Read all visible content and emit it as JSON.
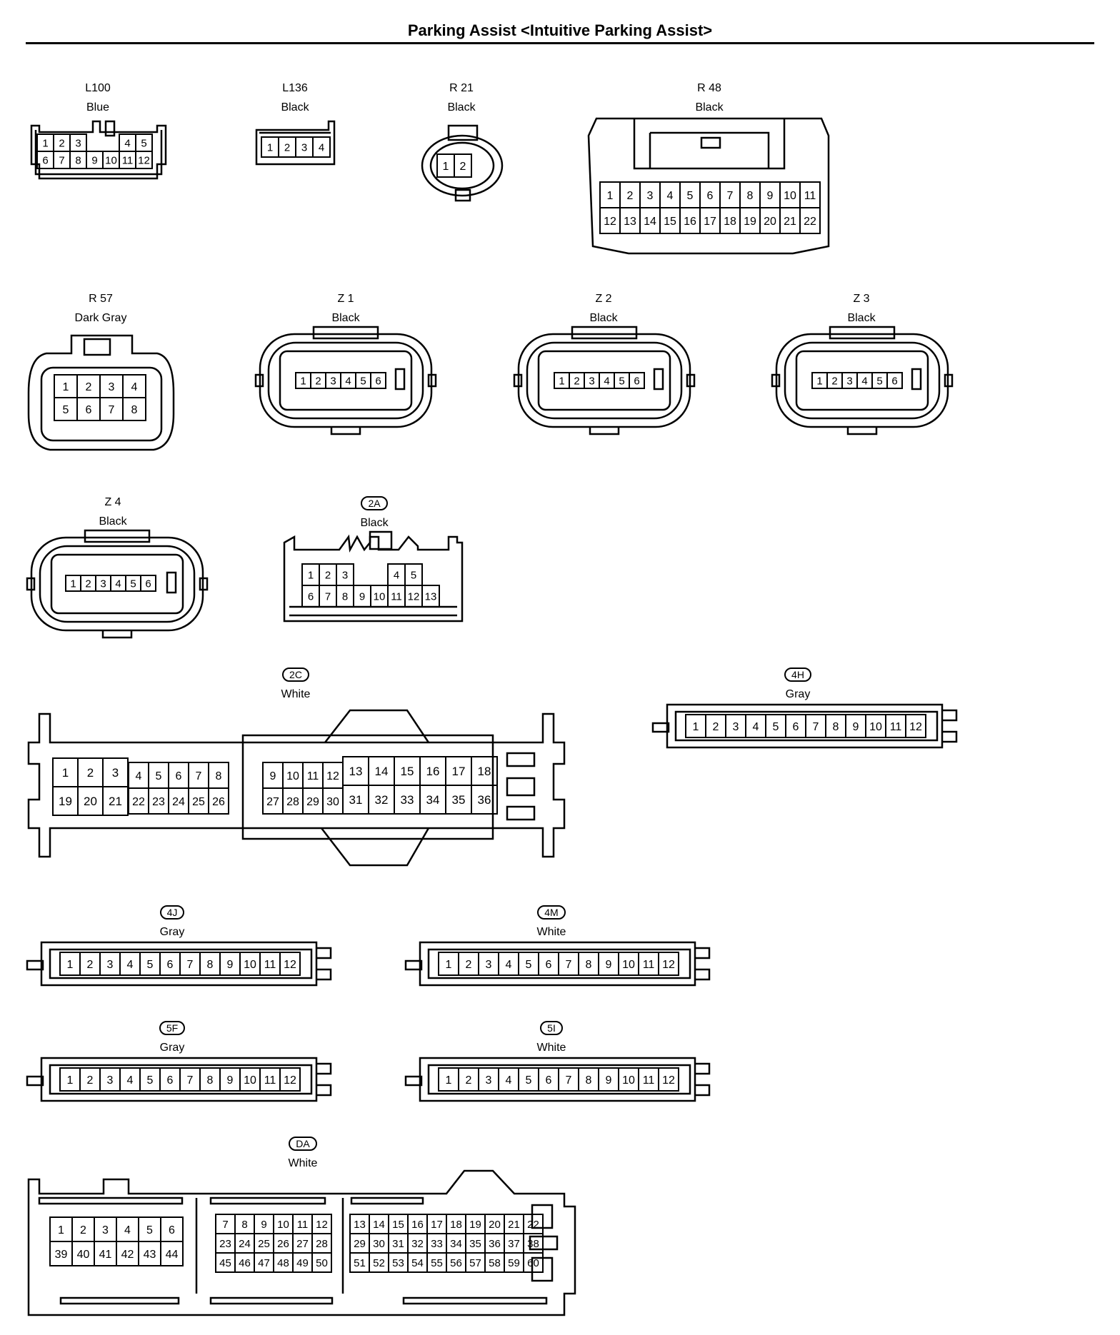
{
  "title": "Parking Assist <Intuitive Parking Assist>",
  "connectors": [
    {
      "id": "L100",
      "label": "L100",
      "pill": false,
      "color": "Blue"
    },
    {
      "id": "L136",
      "label": "L136",
      "pill": false,
      "color": "Black"
    },
    {
      "id": "R21",
      "label": "R 21",
      "pill": false,
      "color": "Black"
    },
    {
      "id": "R48",
      "label": "R 48",
      "pill": false,
      "color": "Black"
    },
    {
      "id": "R57",
      "label": "R 57",
      "pill": false,
      "color": "Dark Gray"
    },
    {
      "id": "Z1",
      "label": "Z 1",
      "pill": false,
      "color": "Black"
    },
    {
      "id": "Z2",
      "label": "Z 2",
      "pill": false,
      "color": "Black"
    },
    {
      "id": "Z3",
      "label": "Z 3",
      "pill": false,
      "color": "Black"
    },
    {
      "id": "Z4",
      "label": "Z 4",
      "pill": false,
      "color": "Black"
    },
    {
      "id": "2A",
      "label": "2A",
      "pill": true,
      "color": "Black"
    },
    {
      "id": "2C",
      "label": "2C",
      "pill": true,
      "color": "White"
    },
    {
      "id": "4H",
      "label": "4H",
      "pill": true,
      "color": "Gray"
    },
    {
      "id": "4J",
      "label": "4J",
      "pill": true,
      "color": "Gray"
    },
    {
      "id": "4M",
      "label": "4M",
      "pill": true,
      "color": "White"
    },
    {
      "id": "5F",
      "label": "5F",
      "pill": true,
      "color": "Gray"
    },
    {
      "id": "5I",
      "label": "5I",
      "pill": true,
      "color": "White"
    },
    {
      "id": "DA",
      "label": "DA",
      "pill": true,
      "color": "White"
    }
  ],
  "pins": {
    "L100": [
      [
        "1",
        "2",
        "3",
        "",
        "",
        "4",
        "5"
      ],
      [
        "6",
        "7",
        "8",
        "9",
        "10",
        "11",
        "12"
      ]
    ],
    "L136": [
      [
        "1",
        "2",
        "3",
        "4"
      ]
    ],
    "R21": [
      [
        "1",
        "2"
      ]
    ],
    "R48": [
      [
        "1",
        "2",
        "3",
        "4",
        "5",
        "6",
        "7",
        "8",
        "9",
        "10",
        "11"
      ],
      [
        "12",
        "13",
        "14",
        "15",
        "16",
        "17",
        "18",
        "19",
        "20",
        "21",
        "22"
      ]
    ],
    "R57": [
      [
        "1",
        "2",
        "3",
        "4"
      ],
      [
        "5",
        "6",
        "7",
        "8"
      ]
    ],
    "Z": [
      [
        "1",
        "2",
        "3",
        "4",
        "5",
        "6"
      ]
    ],
    "2A": [
      [
        "1",
        "2",
        "3",
        "",
        "",
        "4",
        "5"
      ],
      [
        "6",
        "7",
        "8",
        "9",
        "10",
        "11",
        "12",
        "13"
      ]
    ],
    "2C": {
      "a": [
        [
          "1",
          "2",
          "3"
        ],
        [
          "19",
          "20",
          "21"
        ]
      ],
      "b": [
        [
          "4",
          "5",
          "6",
          "7",
          "8"
        ],
        [
          "22",
          "23",
          "24",
          "25",
          "26"
        ]
      ],
      "c": [
        [
          "9",
          "10",
          "11",
          "12"
        ],
        [
          "27",
          "28",
          "29",
          "30"
        ]
      ],
      "d": [
        [
          "13",
          "14",
          "15",
          "16",
          "17",
          "18"
        ],
        [
          "31",
          "32",
          "33",
          "34",
          "35",
          "36"
        ]
      ]
    },
    "twelve": [
      [
        "1",
        "2",
        "3",
        "4",
        "5",
        "6",
        "7",
        "8",
        "9",
        "10",
        "11",
        "12"
      ]
    ],
    "DA": {
      "a": [
        [
          "1",
          "2",
          "3",
          "4",
          "5",
          "6"
        ],
        [
          "39",
          "40",
          "41",
          "42",
          "43",
          "44"
        ]
      ],
      "b": [
        [
          "7",
          "8",
          "9",
          "10",
          "11",
          "12"
        ],
        [
          "23",
          "24",
          "25",
          "26",
          "27",
          "28"
        ],
        [
          "45",
          "46",
          "47",
          "48",
          "49",
          "50"
        ]
      ],
      "c": [
        [
          "13",
          "14",
          "15",
          "16",
          "17",
          "18",
          "19",
          "20",
          "21",
          "22"
        ],
        [
          "29",
          "30",
          "31",
          "32",
          "33",
          "34",
          "35",
          "36",
          "37",
          "38"
        ],
        [
          "51",
          "52",
          "53",
          "54",
          "55",
          "56",
          "57",
          "58",
          "59",
          "60"
        ]
      ]
    }
  }
}
